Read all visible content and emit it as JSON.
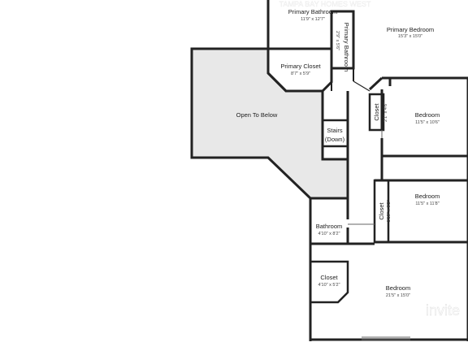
{
  "rooms": {
    "primary_bathroom": {
      "name": "Primary Bathroom",
      "dims": "11'9\" x 12'7\""
    },
    "primary_bathroom_small": {
      "name": "Primary Bathroom",
      "dims": "2'9\" x 5'6\""
    },
    "primary_bedroom": {
      "name": "Primary Bedroom",
      "dims": "15'3\" x 15'0\""
    },
    "primary_closet": {
      "name": "Primary Closet",
      "dims": "8'7\" x 5'9\""
    },
    "open_to_below": {
      "name": "Open To Below"
    },
    "stairs": {
      "line1": "Stairs",
      "line2": "(Down)"
    },
    "closet_1": {
      "name": "Closet",
      "dims": "2'1\" x 4'6\""
    },
    "bedroom_1": {
      "name": "Bedroom",
      "dims": "11'5\" x 10'6\""
    },
    "bedroom_2": {
      "name": "Bedroom",
      "dims": "11'5\" x 11'8\""
    },
    "closet_2": {
      "name": "Closet",
      "dims": "1'10\" x 8'2\""
    },
    "bathroom": {
      "name": "Bathroom",
      "dims": "4'10\" x 8'2\""
    },
    "closet_3": {
      "name": "Closet",
      "dims": "4'10\" x 5'2\""
    },
    "bedroom_3": {
      "name": "Bedroom",
      "dims": "21'5\" x 15'0\""
    }
  },
  "watermark": {
    "top": "TAMPA BAY HOMES WEST",
    "corner": "invite"
  }
}
